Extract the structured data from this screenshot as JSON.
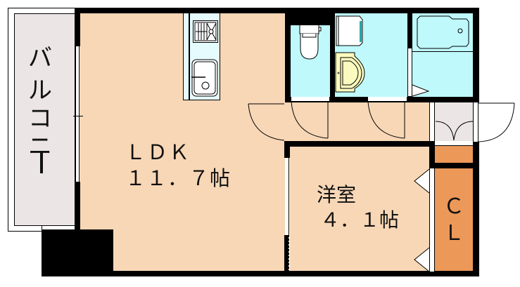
{
  "floorplan": {
    "rooms": {
      "balcony": {
        "label": "バルコニー",
        "chars": [
          "バ",
          "ル",
          "コ",
          "ニ",
          "ー"
        ],
        "color": "#ebe5e5"
      },
      "ldk": {
        "name": "ＬＤＫ",
        "size": "１１．７帖",
        "color": "#f8d7b6"
      },
      "western_room": {
        "name": "洋室",
        "size": "４．１帖",
        "color": "#f8d7b6"
      },
      "closet": {
        "line1": "Ｃ",
        "line2": "Ｌ",
        "color": "#ec9859"
      },
      "toilet": {
        "color": "#bff9fb"
      },
      "washroom": {
        "color": "#bff9fb"
      },
      "bathroom": {
        "color": "#bff9fb"
      },
      "entrance": {
        "color": "#ebe5e5"
      }
    },
    "fixtures": [
      "kitchen-stove",
      "kitchen-sink",
      "toilet",
      "washing-machine",
      "wash-basin",
      "bathtub"
    ],
    "colors": {
      "wall": "#000000",
      "wood_floor": "#f8d7b6",
      "wet_area": "#bff9fb",
      "gray_area": "#ebe5e5",
      "closet": "#ec9859",
      "basin": "#fbfbbf"
    }
  }
}
